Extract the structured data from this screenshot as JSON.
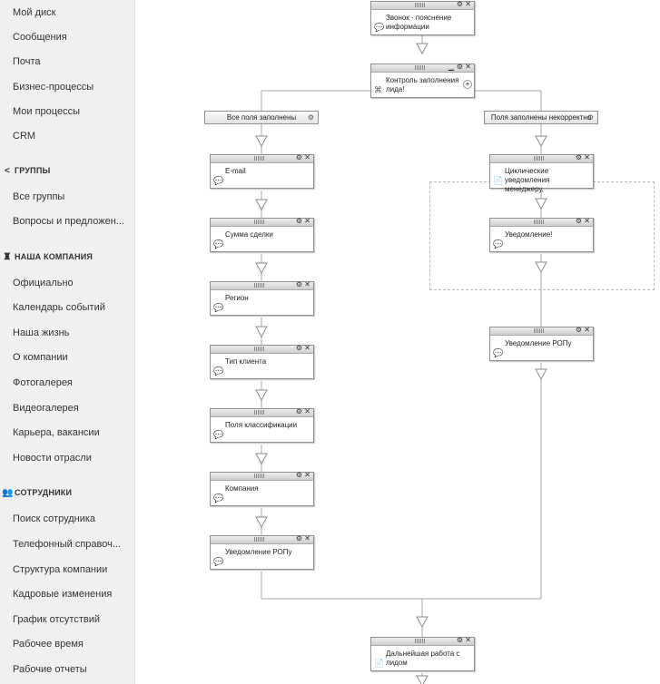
{
  "sidebar": {
    "items_top": [
      {
        "label": "Мой диск"
      },
      {
        "label": "Сообщения"
      },
      {
        "label": "Почта"
      },
      {
        "label": "Бизнес-процессы"
      },
      {
        "label": "Мои процессы"
      },
      {
        "label": "CRM"
      }
    ],
    "groups": {
      "title": "ГРУППЫ",
      "icon": "share-icon",
      "items": [
        {
          "label": "Все группы"
        },
        {
          "label": "Вопросы и предложен..."
        }
      ]
    },
    "company": {
      "title": "НАША КОМПАНИЯ",
      "icon": "building-icon",
      "items": [
        {
          "label": "Официально"
        },
        {
          "label": "Календарь событий"
        },
        {
          "label": "Наша жизнь"
        },
        {
          "label": "О компании"
        },
        {
          "label": "Фотогалерея"
        },
        {
          "label": "Видеогалерея"
        },
        {
          "label": "Карьера, вакансии"
        },
        {
          "label": "Новости отрасли"
        }
      ]
    },
    "employees": {
      "title": "СОТРУДНИКИ",
      "icon": "people-icon",
      "items": [
        {
          "label": "Поиск сотрудника"
        },
        {
          "label": "Телефонный справоч..."
        },
        {
          "label": "Структура компании"
        },
        {
          "label": "Кадровые изменения"
        },
        {
          "label": "График отсутствий"
        },
        {
          "label": "Рабочее время"
        },
        {
          "label": "Рабочие отчеты"
        }
      ]
    }
  },
  "workflow": {
    "call_block": "Звонок - пояснение информации",
    "control_block": "Контроль заполнения лида!",
    "branch_left": "Все поля заполнены",
    "branch_right": "Поля заполнены некорректно",
    "left_chain": [
      {
        "label": "E-mail"
      },
      {
        "label": "Сумма сделки"
      },
      {
        "label": "Регион"
      },
      {
        "label": "Тип клиента"
      },
      {
        "label": "Поля классификации"
      },
      {
        "label": "Компания"
      },
      {
        "label": "Уведомление РОПу"
      }
    ],
    "right_chain": {
      "cyclic": "Циклические уведомления менеджеру,",
      "notify": "Уведомление!",
      "rop": "Уведомление РОПу"
    },
    "final_block": "Дальнейшая работа с лидом",
    "icons": {
      "message": "message-icon",
      "script": "script-icon",
      "check": "check-icon",
      "close": "close-icon",
      "settings": "gear-icon"
    },
    "colors": {
      "line": "#a6a6a6",
      "arrow_fill": "#ffffff",
      "border": "#8f8f8f"
    }
  }
}
